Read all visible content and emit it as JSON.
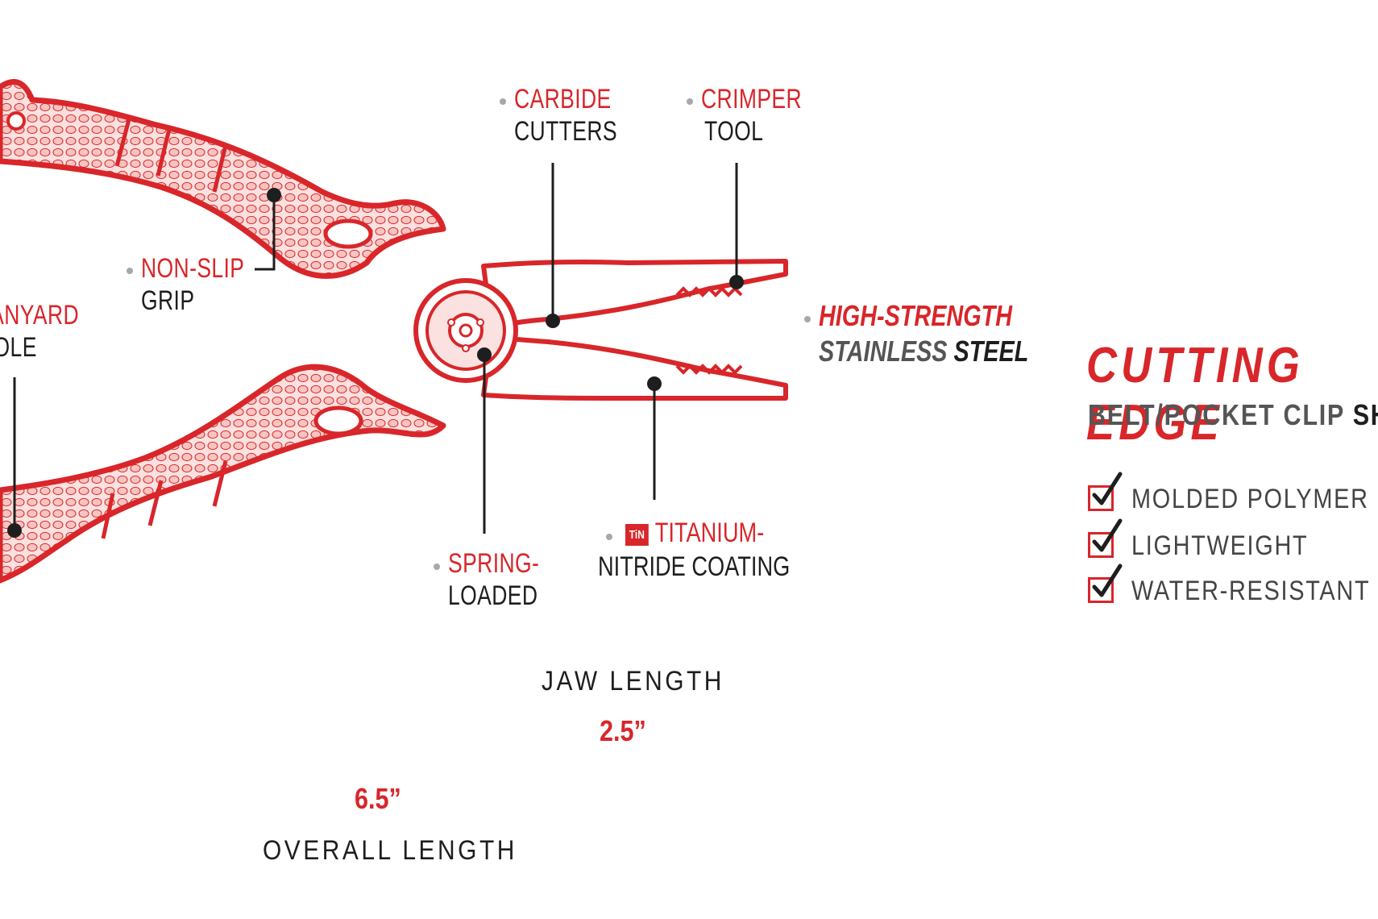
{
  "diagram": {
    "callouts": {
      "carbide": {
        "line1": "CARBIDE",
        "line2": "CUTTERS"
      },
      "crimper": {
        "line1": "CRIMPER",
        "line2": "TOOL"
      },
      "nonslip": {
        "line1": "NON-SLIP",
        "line2": "GRIP"
      },
      "lanyard": {
        "line1": "LANYARD",
        "line2": "HOLE"
      },
      "steel": {
        "line1": "HIGH-STRENGTH",
        "line2a": "STAINLESS",
        "line2b": "STEEL"
      },
      "spring": {
        "line1": "SPRING-",
        "line2": "LOADED"
      },
      "titanium": {
        "badge": "TiN",
        "line1": "TITANIUM-",
        "line2": "NITRIDE COATING"
      }
    },
    "measurements": {
      "jaw": {
        "label": "JAW LENGTH",
        "value": "2.5”",
        "inches": 2.5
      },
      "overall": {
        "label": "OVERALL LENGTH",
        "value": "6.5”",
        "inches": 6.5
      }
    },
    "colors": {
      "accent": "#d8262a",
      "text": "#1e1e1e",
      "bullet": "#a8a8a8"
    }
  },
  "panel": {
    "title": "CUTTING EDGE",
    "subtitle_a": "BELT/POCKET CLIP",
    "subtitle_b": "SHEATH",
    "features": [
      "MOLDED POLYMER",
      "LIGHTWEIGHT",
      "WATER-RESISTANT"
    ]
  }
}
